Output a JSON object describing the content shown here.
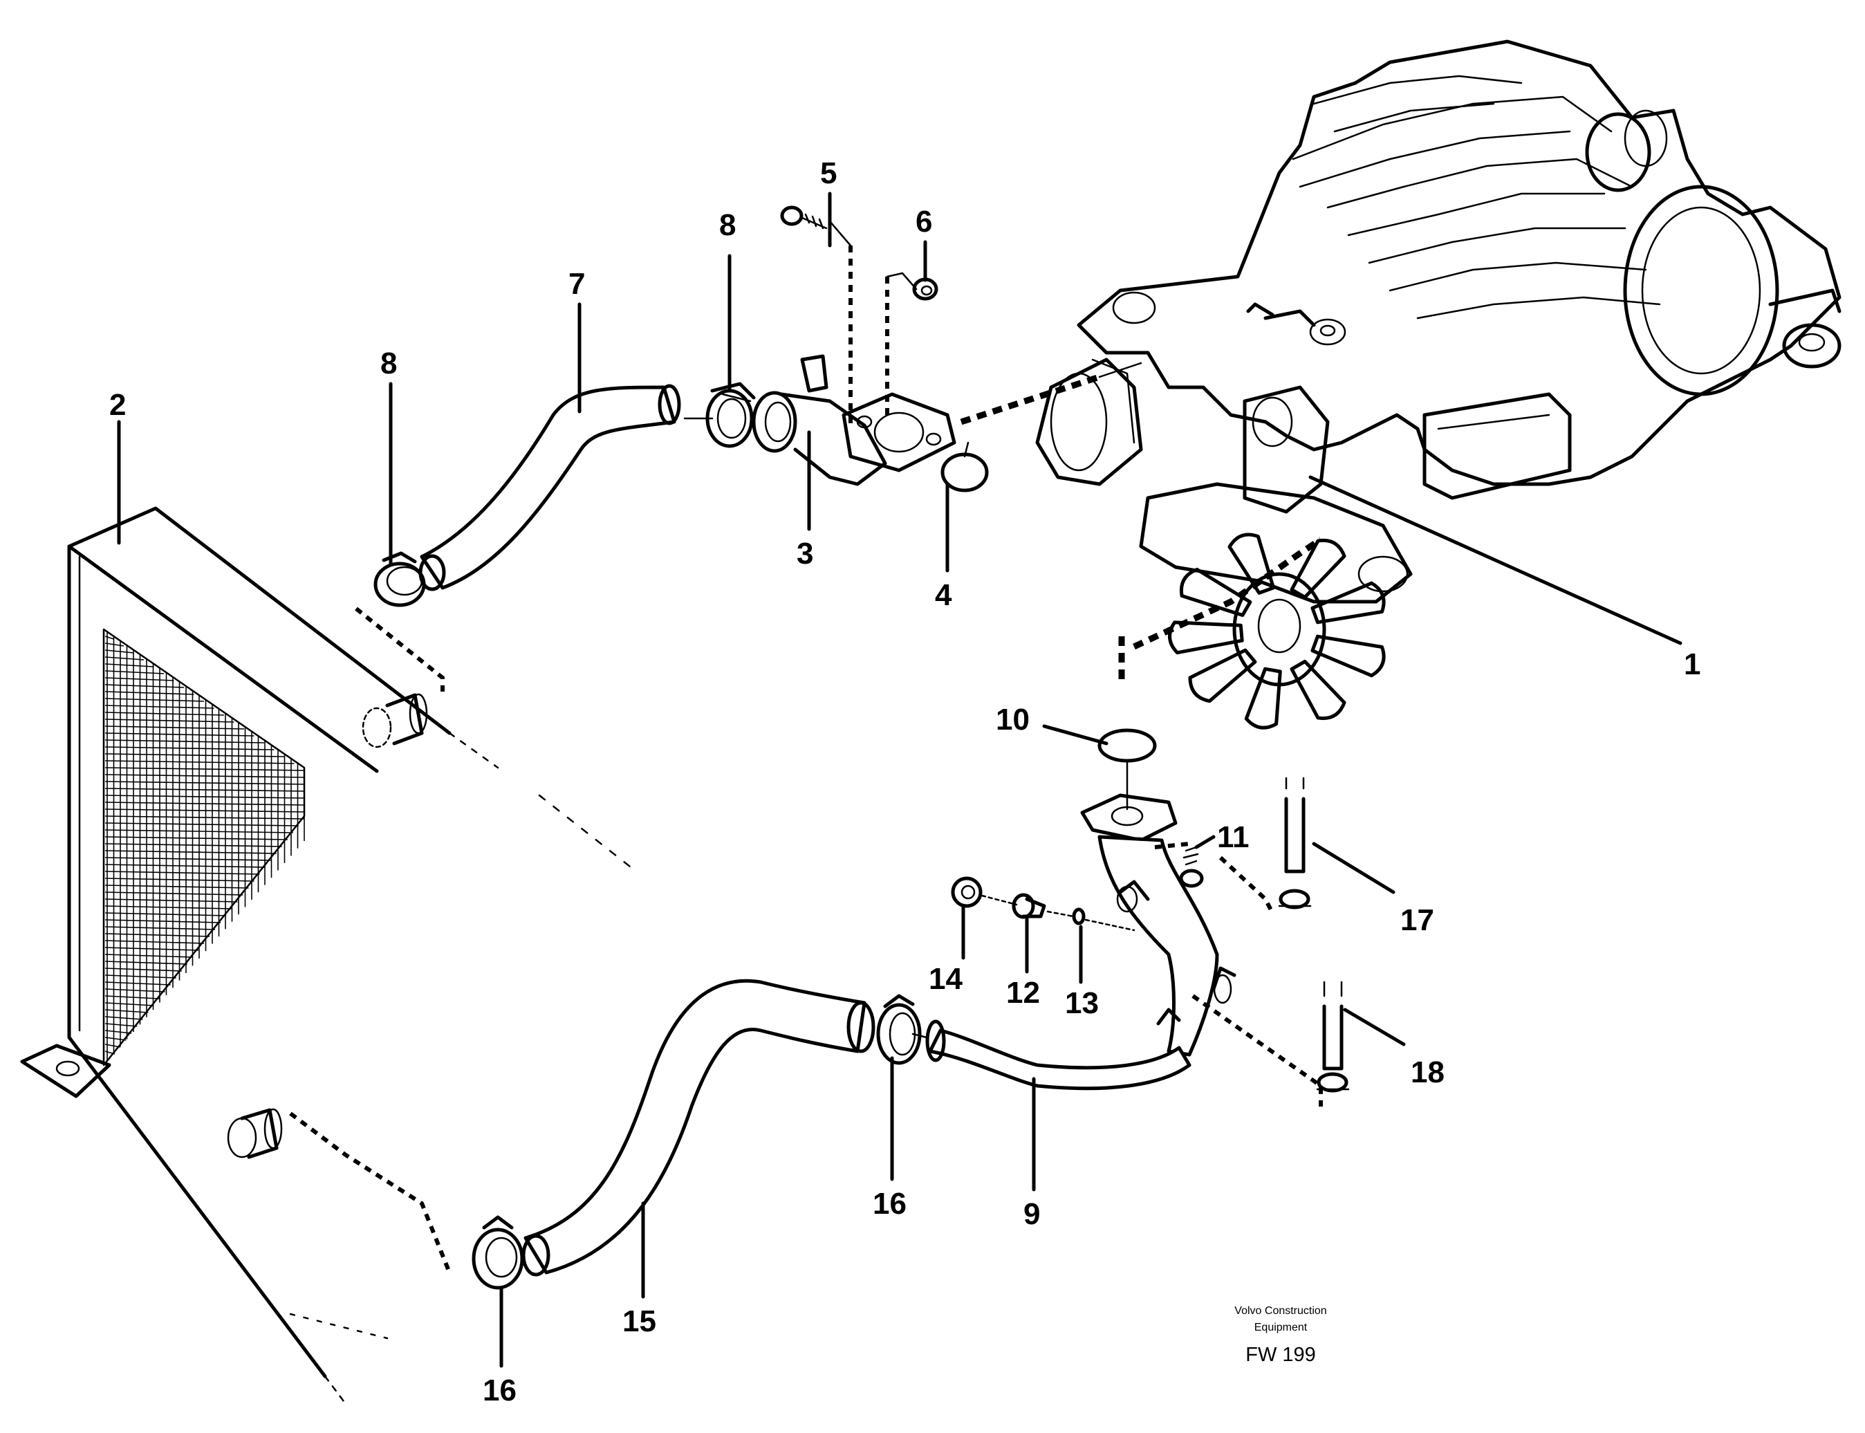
{
  "callouts": [
    {
      "key": "c1",
      "label": "1"
    },
    {
      "key": "c2",
      "label": "2"
    },
    {
      "key": "c3",
      "label": "3"
    },
    {
      "key": "c4",
      "label": "4"
    },
    {
      "key": "c5",
      "label": "5"
    },
    {
      "key": "c6",
      "label": "6"
    },
    {
      "key": "c7",
      "label": "7"
    },
    {
      "key": "c8a",
      "label": "8"
    },
    {
      "key": "c8b",
      "label": "8"
    },
    {
      "key": "c9",
      "label": "9"
    },
    {
      "key": "c10",
      "label": "10"
    },
    {
      "key": "c11",
      "label": "11"
    },
    {
      "key": "c12",
      "label": "12"
    },
    {
      "key": "c13",
      "label": "13"
    },
    {
      "key": "c14",
      "label": "14"
    },
    {
      "key": "c15",
      "label": "15"
    },
    {
      "key": "c16a",
      "label": "16"
    },
    {
      "key": "c16b",
      "label": "16"
    },
    {
      "key": "c17",
      "label": "17"
    },
    {
      "key": "c18",
      "label": "18"
    }
  ],
  "footer": {
    "company_line1": "Volvo Construction",
    "company_line2": "Equipment",
    "drawing_code": "FW 199"
  }
}
